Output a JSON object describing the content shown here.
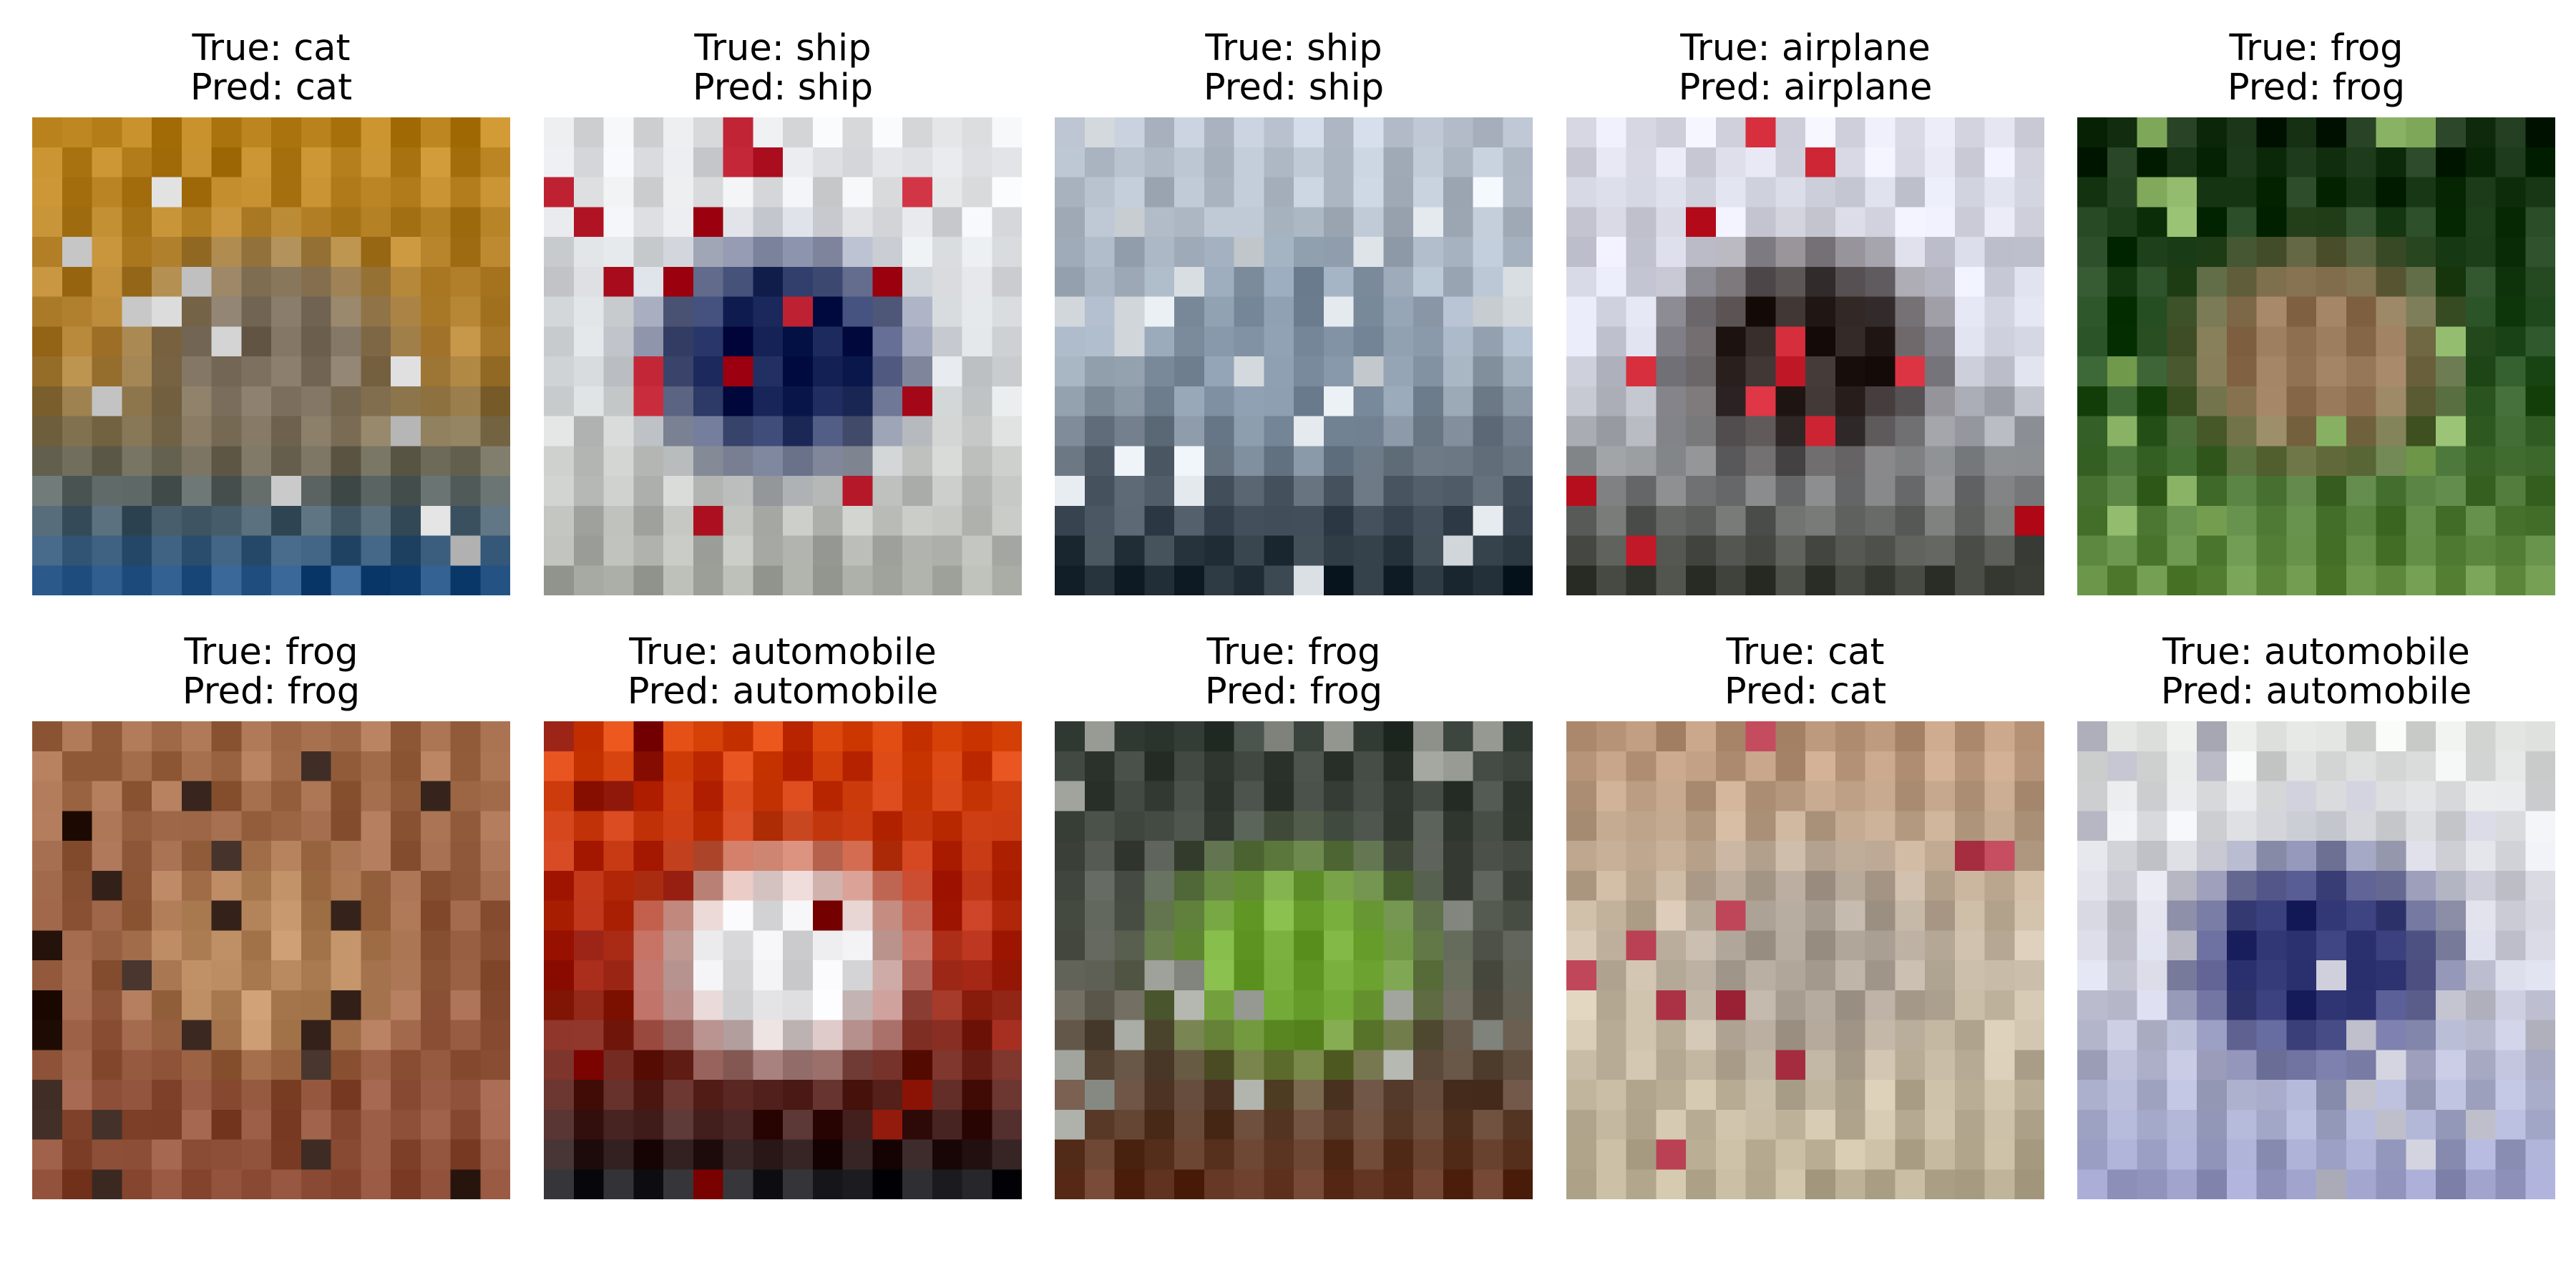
{
  "panels": [
    {
      "true_label": "True: cat",
      "pred_label": "Pred: cat",
      "image": "cat-on-blue-cloth",
      "colors": {
        "bg": "#b98a3e",
        "top": "#c8902a",
        "mid": "#8a7d6b",
        "bottom": "#2f5e8f",
        "accent": "#d9d9d9"
      }
    },
    {
      "true_label": "True: ship",
      "pred_label": "Pred: ship",
      "image": "blue-white-ship",
      "colors": {
        "bg": "#e9ecef",
        "top": "#eef0f2",
        "mid": "#1d2a5e",
        "bottom": "#b9bcb4",
        "accent": "#c42838"
      }
    },
    {
      "true_label": "True: ship",
      "pred_label": "Pred: ship",
      "image": "white-ship-harbor",
      "colors": {
        "bg": "#aab7c6",
        "top": "#c9d2de",
        "mid": "#8ea0b2",
        "bottom": "#2e3a44",
        "accent": "#e8edf2"
      }
    },
    {
      "true_label": "True: airplane",
      "pred_label": "Pred: airplane",
      "image": "concorde-poster",
      "colors": {
        "bg": "#e2e4f2",
        "top": "#e8e9f4",
        "mid": "#3b3230",
        "bottom": "#4a4d45",
        "accent": "#d8303e"
      }
    },
    {
      "true_label": "True: frog",
      "pred_label": "Pred: frog",
      "image": "brown-frog-in-grass",
      "colors": {
        "bg": "#2f5a2c",
        "top": "#1f3a1c",
        "mid": "#a68868",
        "bottom": "#6f9a4e",
        "accent": "#8fb86a"
      }
    },
    {
      "true_label": "True: frog",
      "pred_label": "Pred: frog",
      "image": "brown-frog-closeup",
      "colors": {
        "bg": "#a36a4e",
        "top": "#b07a58",
        "mid": "#c4956a",
        "bottom": "#9a5a44",
        "accent": "#3c2a22"
      }
    },
    {
      "true_label": "True: automobile",
      "pred_label": "Pred: automobile",
      "image": "white-car-red-background",
      "colors": {
        "bg": "#b8321e",
        "top": "#e04b12",
        "mid": "#f0f0f2",
        "bottom": "#2a2a2e",
        "accent": "#9c2416"
      }
    },
    {
      "true_label": "True: frog",
      "pred_label": "Pred: frog",
      "image": "green-frog",
      "colors": {
        "bg": "#6e7268",
        "top": "#3e4640",
        "mid": "#7fb543",
        "bottom": "#6a3e2a",
        "accent": "#a8aca4"
      }
    },
    {
      "true_label": "True: cat",
      "pred_label": "Pred: cat",
      "image": "pale-cat",
      "colors": {
        "bg": "#d8ccb8",
        "top": "#c8a488",
        "mid": "#bfb4a8",
        "bottom": "#cbbfa6",
        "accent": "#c0485a"
      }
    },
    {
      "true_label": "True: automobile",
      "pred_label": "Pred: automobile",
      "image": "blue-suv",
      "colors": {
        "bg": "#dfe0ec",
        "top": "#eef0ee",
        "mid": "#3a3f7e",
        "bottom": "#a5a9d2",
        "accent": "#cfd0dc"
      }
    }
  ]
}
